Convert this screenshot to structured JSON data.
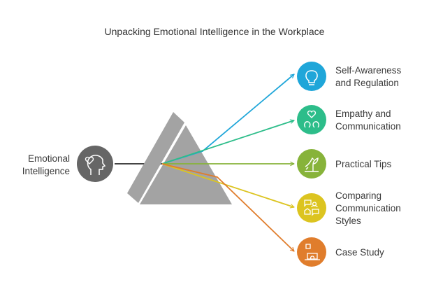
{
  "title": "Unpacking Emotional Intelligence in the Workplace",
  "source": {
    "line1": "Emotional",
    "line2": "Intelligence",
    "icon": "head-heart-icon",
    "color": "#666666"
  },
  "outputs": [
    {
      "line1": "Self-Awareness",
      "line2": "and Regulation",
      "icon": "lightbulb-icon",
      "color": "#1fa6d9"
    },
    {
      "line1": "Empathy and",
      "line2": "Communication",
      "icon": "people-heart-icon",
      "color": "#2dbd8a"
    },
    {
      "line1": "Practical Tips",
      "icon": "growth-plant-icon",
      "color": "#87b33a"
    },
    {
      "line1": "Comparing",
      "line2": "Communication",
      "line3": "Styles",
      "icon": "chat-compare-icon",
      "color": "#dcc420"
    },
    {
      "line1": "Case Study",
      "icon": "laptop-study-icon",
      "color": "#e07d2c"
    }
  ]
}
